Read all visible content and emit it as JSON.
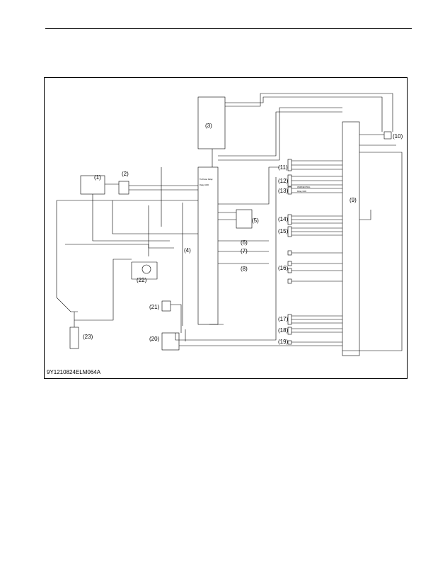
{
  "figure_code": "9Y1210824ELM064A",
  "callouts": [
    "(1)",
    "(2)",
    "(3)",
    "(4)",
    "(5)",
    "(6)",
    "(7)",
    "(8)",
    "(9)",
    "(10)",
    "(11)",
    "(12)",
    "(13)",
    "(14)",
    "(15)",
    "(16)",
    "(17)",
    "(18)",
    "(19)",
    "(20)",
    "(21)",
    "(22)",
    "(23)"
  ],
  "small_text": {
    "ecu_pin_a": "5V Power Relay",
    "ecu_pin_b": "Relay GND",
    "m13_a": "4WD/NEUTRAL",
    "m13_b": "Relay GND"
  }
}
